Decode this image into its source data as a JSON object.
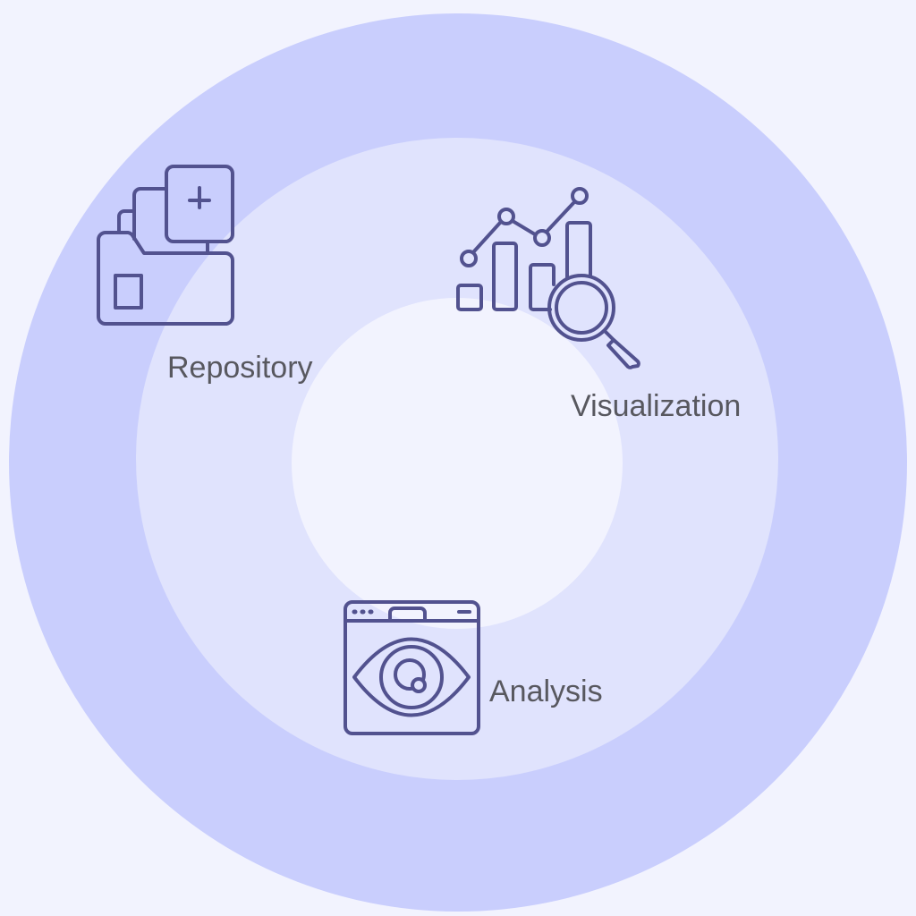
{
  "diagram": {
    "colors": {
      "background": "#f2f3fe",
      "outer_ring": "#c9cefd",
      "middle_ring": "#e0e3fd",
      "inner_circle": "#f2f3fe",
      "icon_stroke": "#52528f",
      "label": "#58585f"
    },
    "items": [
      {
        "label": "Repository",
        "icon": "folder-add-icon"
      },
      {
        "label": "Visualization",
        "icon": "chart-magnifier-icon"
      },
      {
        "label": "Analysis",
        "icon": "browser-eye-icon"
      }
    ]
  }
}
